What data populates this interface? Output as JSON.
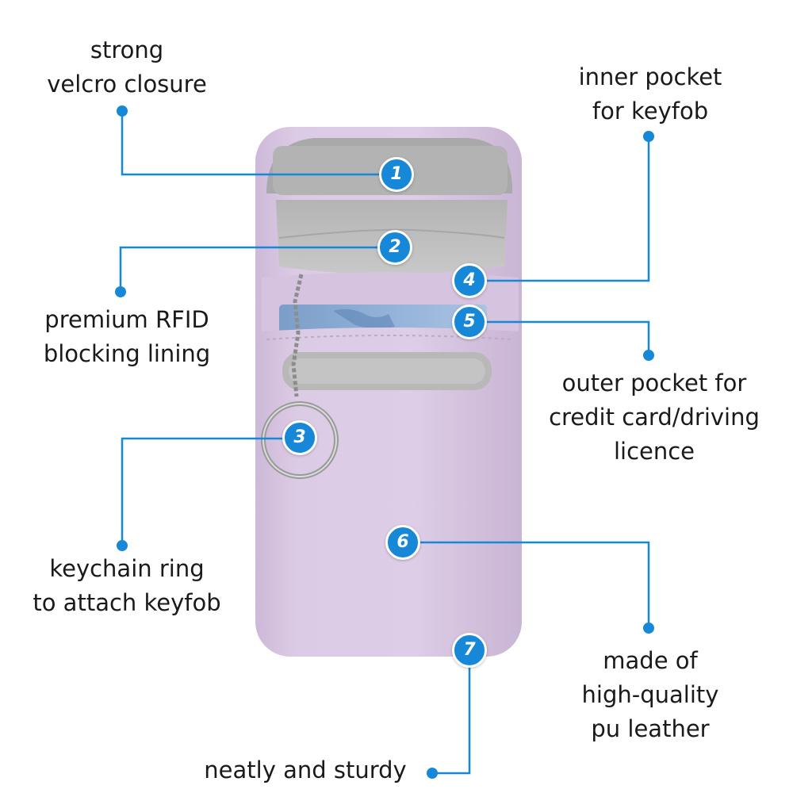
{
  "features": [
    {
      "number": "1",
      "lines": [
        "strong",
        "velcro closure"
      ]
    },
    {
      "number": "2",
      "lines": [
        "premium RFID",
        "blocking lining"
      ]
    },
    {
      "number": "3",
      "lines": [
        "keychain ring",
        "to attach keyfob"
      ]
    },
    {
      "number": "4",
      "lines": [
        "inner pocket",
        "for keyfob"
      ]
    },
    {
      "number": "5",
      "lines": [
        "outer pocket for",
        "credit card/driving",
        "licence"
      ]
    },
    {
      "number": "6",
      "lines": [
        "made of",
        "high-quality",
        "pu leather"
      ]
    },
    {
      "number": "7",
      "lines": [
        "neatly and sturdy"
      ]
    }
  ],
  "colors": {
    "accent": "#1787d8",
    "pouch": "#d9c8e2",
    "lining": "#b9b9b9"
  }
}
